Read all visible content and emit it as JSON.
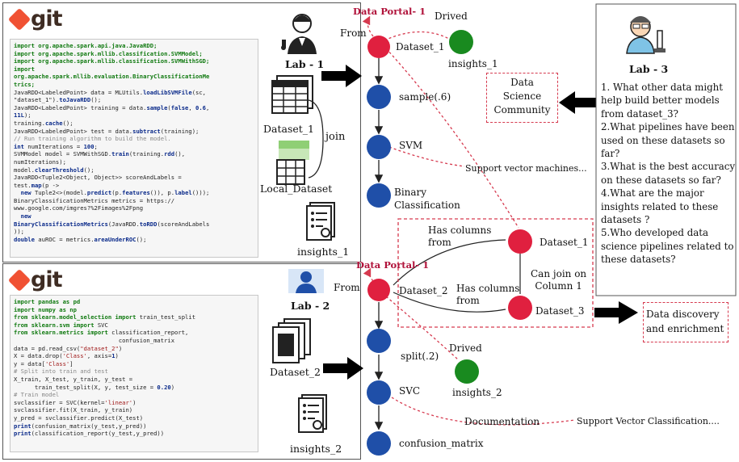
{
  "top_panel": {
    "logo_text": "git",
    "code_lines": [
      [
        [
          "im",
          "import org.apache.spark.api.java.JavaRDD;"
        ]
      ],
      [
        [
          "im",
          "import org.apache.spark.mllib.classification.SVMModel;"
        ]
      ],
      [
        [
          "im",
          "import org.apache.spark.mllib.classification.SVMWithSGD;"
        ]
      ],
      [
        [
          "im",
          "import"
        ]
      ],
      [
        [
          "im",
          "org.apache.spark.mllib.evaluation.BinaryClassificationMe"
        ]
      ],
      [
        [
          "im",
          "trics;"
        ]
      ],
      [
        [
          "t",
          "JavaRDD<LabeledPoint> data = MLUtils."
        ],
        [
          "kw",
          "loadLibSVMFile"
        ],
        [
          "t",
          "(sc,"
        ]
      ],
      [
        [
          "t",
          "\"dataset_1\")."
        ],
        [
          "kw",
          "toJavaRDD"
        ],
        [
          "t",
          "();"
        ]
      ],
      [
        [
          "t",
          "JavaRDD<LabeledPoint> training = data."
        ],
        [
          "kw",
          "sample"
        ],
        [
          "t",
          "("
        ],
        [
          "kw",
          "false"
        ],
        [
          "t",
          ", "
        ],
        [
          "kw",
          "0.6"
        ],
        [
          "t",
          ","
        ]
      ],
      [
        [
          "kw",
          "11L"
        ],
        [
          "t",
          ");"
        ]
      ],
      [
        [
          "t",
          "training."
        ],
        [
          "kw",
          "cache"
        ],
        [
          "t",
          "();"
        ]
      ],
      [
        [
          "t",
          "JavaRDD<LabeledPoint> test = data."
        ],
        [
          "kw",
          "subtract"
        ],
        [
          "t",
          "(training);"
        ]
      ],
      [
        [
          "cm",
          "// Run training algorithm to build the model."
        ]
      ],
      [
        [
          "kw",
          "int"
        ],
        [
          "t",
          " numIterations = "
        ],
        [
          "kw",
          "100"
        ],
        [
          "t",
          ";"
        ]
      ],
      [
        [
          "t",
          "SVMModel model = SVMWithSGD."
        ],
        [
          "kw",
          "train"
        ],
        [
          "t",
          "(training."
        ],
        [
          "kw",
          "rdd"
        ],
        [
          "t",
          "(),"
        ]
      ],
      [
        [
          "t",
          "numIterations);"
        ]
      ],
      [
        [
          "t",
          "model."
        ],
        [
          "kw",
          "clearThreshold"
        ],
        [
          "t",
          "();"
        ]
      ],
      [
        [
          "t",
          "JavaRDD<Tuple2<Object, Object>> scoreAndLabels ="
        ]
      ],
      [
        [
          "t",
          "test."
        ],
        [
          "kw",
          "map"
        ],
        [
          "t",
          "(p ->"
        ]
      ],
      [
        [
          "t",
          "  "
        ],
        [
          "kw",
          "new"
        ],
        [
          "t",
          " Tuple2<>(model."
        ],
        [
          "kw",
          "predict"
        ],
        [
          "t",
          "(p."
        ],
        [
          "kw",
          "features"
        ],
        [
          "t",
          "()), p."
        ],
        [
          "kw",
          "label"
        ],
        [
          "t",
          "()));"
        ]
      ],
      [
        [
          "t",
          "BinaryClassificationMetrics metrics = https://"
        ]
      ],
      [
        [
          "t",
          "www.google.com/imgres?%2Fimages%2Fpng"
        ]
      ],
      [
        [
          "t",
          "  "
        ],
        [
          "kw",
          "new"
        ]
      ],
      [
        [
          "kw",
          "BinaryClassificationMetrics"
        ],
        [
          "t",
          "(JavaRDD."
        ],
        [
          "kw",
          "toRDD"
        ],
        [
          "t",
          "(scoreAndLabels"
        ]
      ],
      [
        [
          "t",
          "));"
        ]
      ],
      [
        [
          "kw",
          "double"
        ],
        [
          "t",
          " auROC = metrics."
        ],
        [
          "kw",
          "areaUnderROC"
        ],
        [
          "t",
          "();"
        ]
      ]
    ],
    "lab_label": "Lab - 1",
    "dataset_label": "Dataset_1",
    "join_label": "join",
    "local_label": "Local_Dataset",
    "insights_label": "insights_1"
  },
  "bottom_panel": {
    "logo_text": "git",
    "code_lines": [
      [
        [
          "im",
          "import pandas as pd"
        ]
      ],
      [
        [
          "im",
          "import numpy as np"
        ]
      ],
      [
        [
          "im",
          "from sklearn.model_selection import"
        ],
        [
          "t",
          " train_test_split"
        ]
      ],
      [
        [
          "im",
          "from sklearn.svm import"
        ],
        [
          "t",
          " SVC"
        ]
      ],
      [
        [
          "im",
          "from sklearn.metrics import"
        ],
        [
          "t",
          " classification_report,"
        ]
      ],
      [
        [
          "t",
          "                              confusion_matrix"
        ]
      ],
      [
        [
          "t",
          "data = pd.read_csv("
        ],
        [
          "str",
          "\"dataset_2\""
        ],
        [
          "t",
          ")"
        ]
      ],
      [
        [
          "t",
          "X = data.drop("
        ],
        [
          "str",
          "'Class'"
        ],
        [
          "t",
          ", axis="
        ],
        [
          "kw",
          "1"
        ],
        [
          "t",
          ")"
        ]
      ],
      [
        [
          "t",
          "y = data["
        ],
        [
          "str",
          "'Class'"
        ],
        [
          "t",
          "]"
        ]
      ],
      [
        [
          "cm",
          "# Split into train and test"
        ]
      ],
      [
        [
          "t",
          "X_train, X_test, y_train, y_test ="
        ]
      ],
      [
        [
          "t",
          "      train_test_split(X, y, test_size = "
        ],
        [
          "kw",
          "0.20"
        ],
        [
          "t",
          ")"
        ]
      ],
      [
        [
          "cm",
          "# Train model"
        ]
      ],
      [
        [
          "t",
          "svclassifier = SVC(kernel="
        ],
        [
          "str",
          "'linear'"
        ],
        [
          "t",
          ")"
        ]
      ],
      [
        [
          "t",
          "svclassifier.fit(X_train, y_train)"
        ]
      ],
      [
        [
          "t",
          "y_pred = svclassifier.predict(X_test)"
        ]
      ],
      [
        [
          "kw",
          "print"
        ],
        [
          "t",
          "(confusion_matrix(y_test,y_pred))"
        ]
      ],
      [
        [
          "kw",
          "print"
        ],
        [
          "t",
          "(classification_report(y_test,y_pred))"
        ]
      ]
    ],
    "lab_label": "Lab - 2",
    "dataset_label": "Dataset_2",
    "insights_label": "insights_2"
  },
  "graph_top": {
    "portal": "Data Portal- 1",
    "from": "From",
    "drived": "Drived",
    "dataset": "Dataset_1",
    "insights": "insights_1",
    "sample": "sample(.6)",
    "svm": "SVM",
    "svm_doc": "Support vector machines...",
    "binary": "Binary\nClassification"
  },
  "graph_bottom": {
    "portal": "Data Portal- 1",
    "from": "From",
    "dataset": "Dataset_2",
    "split": "split(.2)",
    "drived": "Drived",
    "insights": "insights_2",
    "svc": "SVC",
    "documentation": "Documentation",
    "svc_doc": "Support Vector Classification....",
    "confusion": "confusion_matrix"
  },
  "relations": {
    "has_columns_1": "Has columns\nfrom",
    "has_columns_2": "Has columns\nfrom",
    "dataset_1": "Dataset_1",
    "dataset_3": "Dataset_3",
    "can_join": "Can join on\nColumn 1"
  },
  "community": "Data\nScience\nCommunity",
  "discovery": "Data discovery\nand enrichment",
  "lab3": {
    "label": "Lab - 3",
    "questions": [
      "1. What other data might help build better models from dataset_3?",
      "2.What pipelines have been used on these datasets so far?",
      "3.What is the best accuracy on these datasets so far?",
      "4.What are the major insights related to these datasets ?",
      "5.Who developed data science pipelines related to these datasets?"
    ]
  },
  "colors": {
    "red_node": "#e0203f",
    "blue_node": "#1f4fa8",
    "green_node": "#198a1f",
    "dashed": "#d63a4f",
    "portal": "#b0123a"
  }
}
